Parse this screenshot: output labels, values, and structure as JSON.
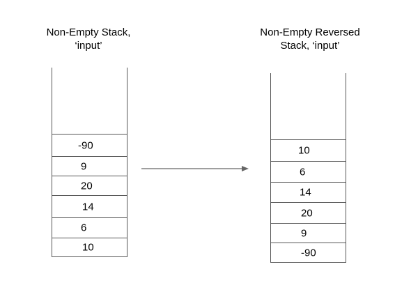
{
  "left_stack": {
    "title_lines": [
      "Non-Empty Stack,",
      "‘input’"
    ],
    "items": [
      "-90",
      "9",
      "20",
      "14",
      "6",
      "10"
    ]
  },
  "right_stack": {
    "title_lines": [
      "Non-Empty Reversed",
      "Stack, ‘input’"
    ],
    "items": [
      "10",
      "6",
      "14",
      "20",
      "9",
      "-90"
    ]
  },
  "colors": {
    "stroke": "#555555",
    "arrow": "#666666",
    "text": "#000000"
  }
}
